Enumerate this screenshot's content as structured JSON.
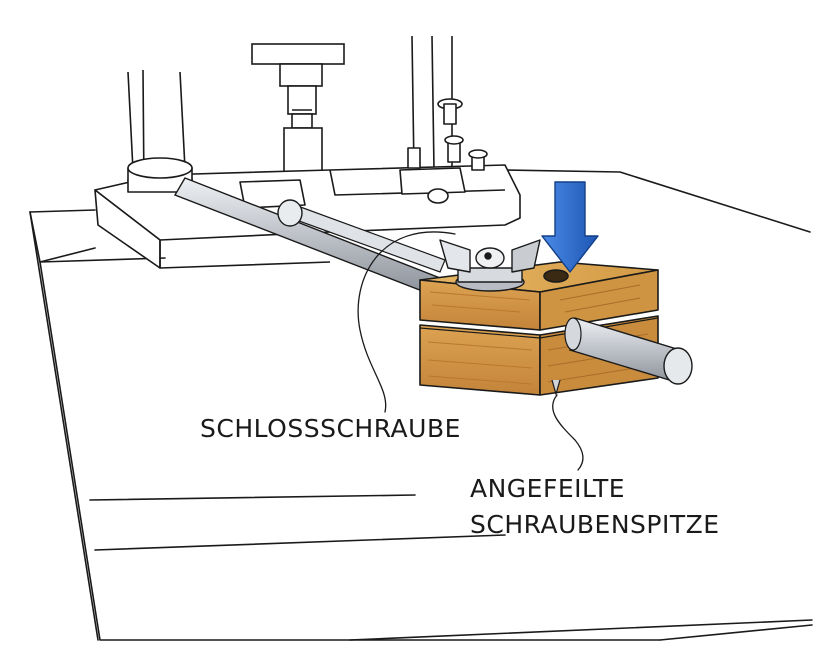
{
  "labels": {
    "carriage_bolt": "SCHLOSSSCHRAUBE",
    "filed_tip_line1": "ANGEFEILTE",
    "filed_tip_line2": "SCHRAUBENSPITZE"
  },
  "colors": {
    "arrow": "#2e6fd0",
    "wood": "#d9a24e",
    "wood_grain": "#b9782e",
    "steel": "#c9ccd1",
    "ink": "#1a1a1a"
  },
  "icons": {
    "arrow": "down-arrow-icon"
  }
}
